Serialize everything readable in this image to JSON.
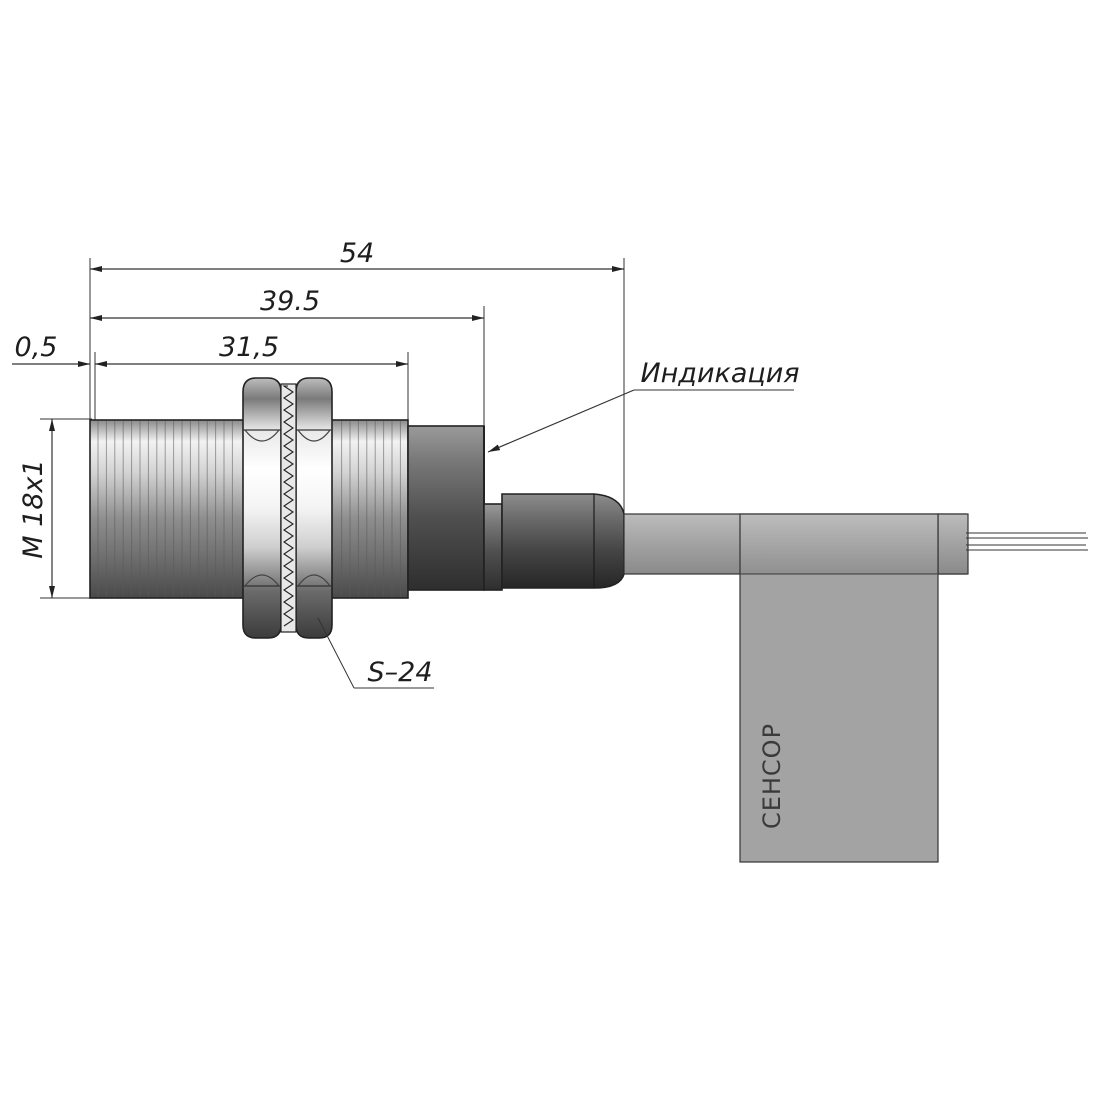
{
  "dimensions": {
    "overall_length": "54",
    "housing_length": "39.5",
    "thread_length": "31,5",
    "offset": "0,5",
    "thread_size": "M 18x1"
  },
  "callouts": {
    "indicator": "Индикация",
    "nut_size": "S–24"
  },
  "tag": {
    "brand": "СЕНСОР"
  },
  "colors": {
    "metal_light": "#e6e6e6",
    "metal_dark": "#555555",
    "cable": "#9c9c9c",
    "tag": "#a3a3a3"
  }
}
